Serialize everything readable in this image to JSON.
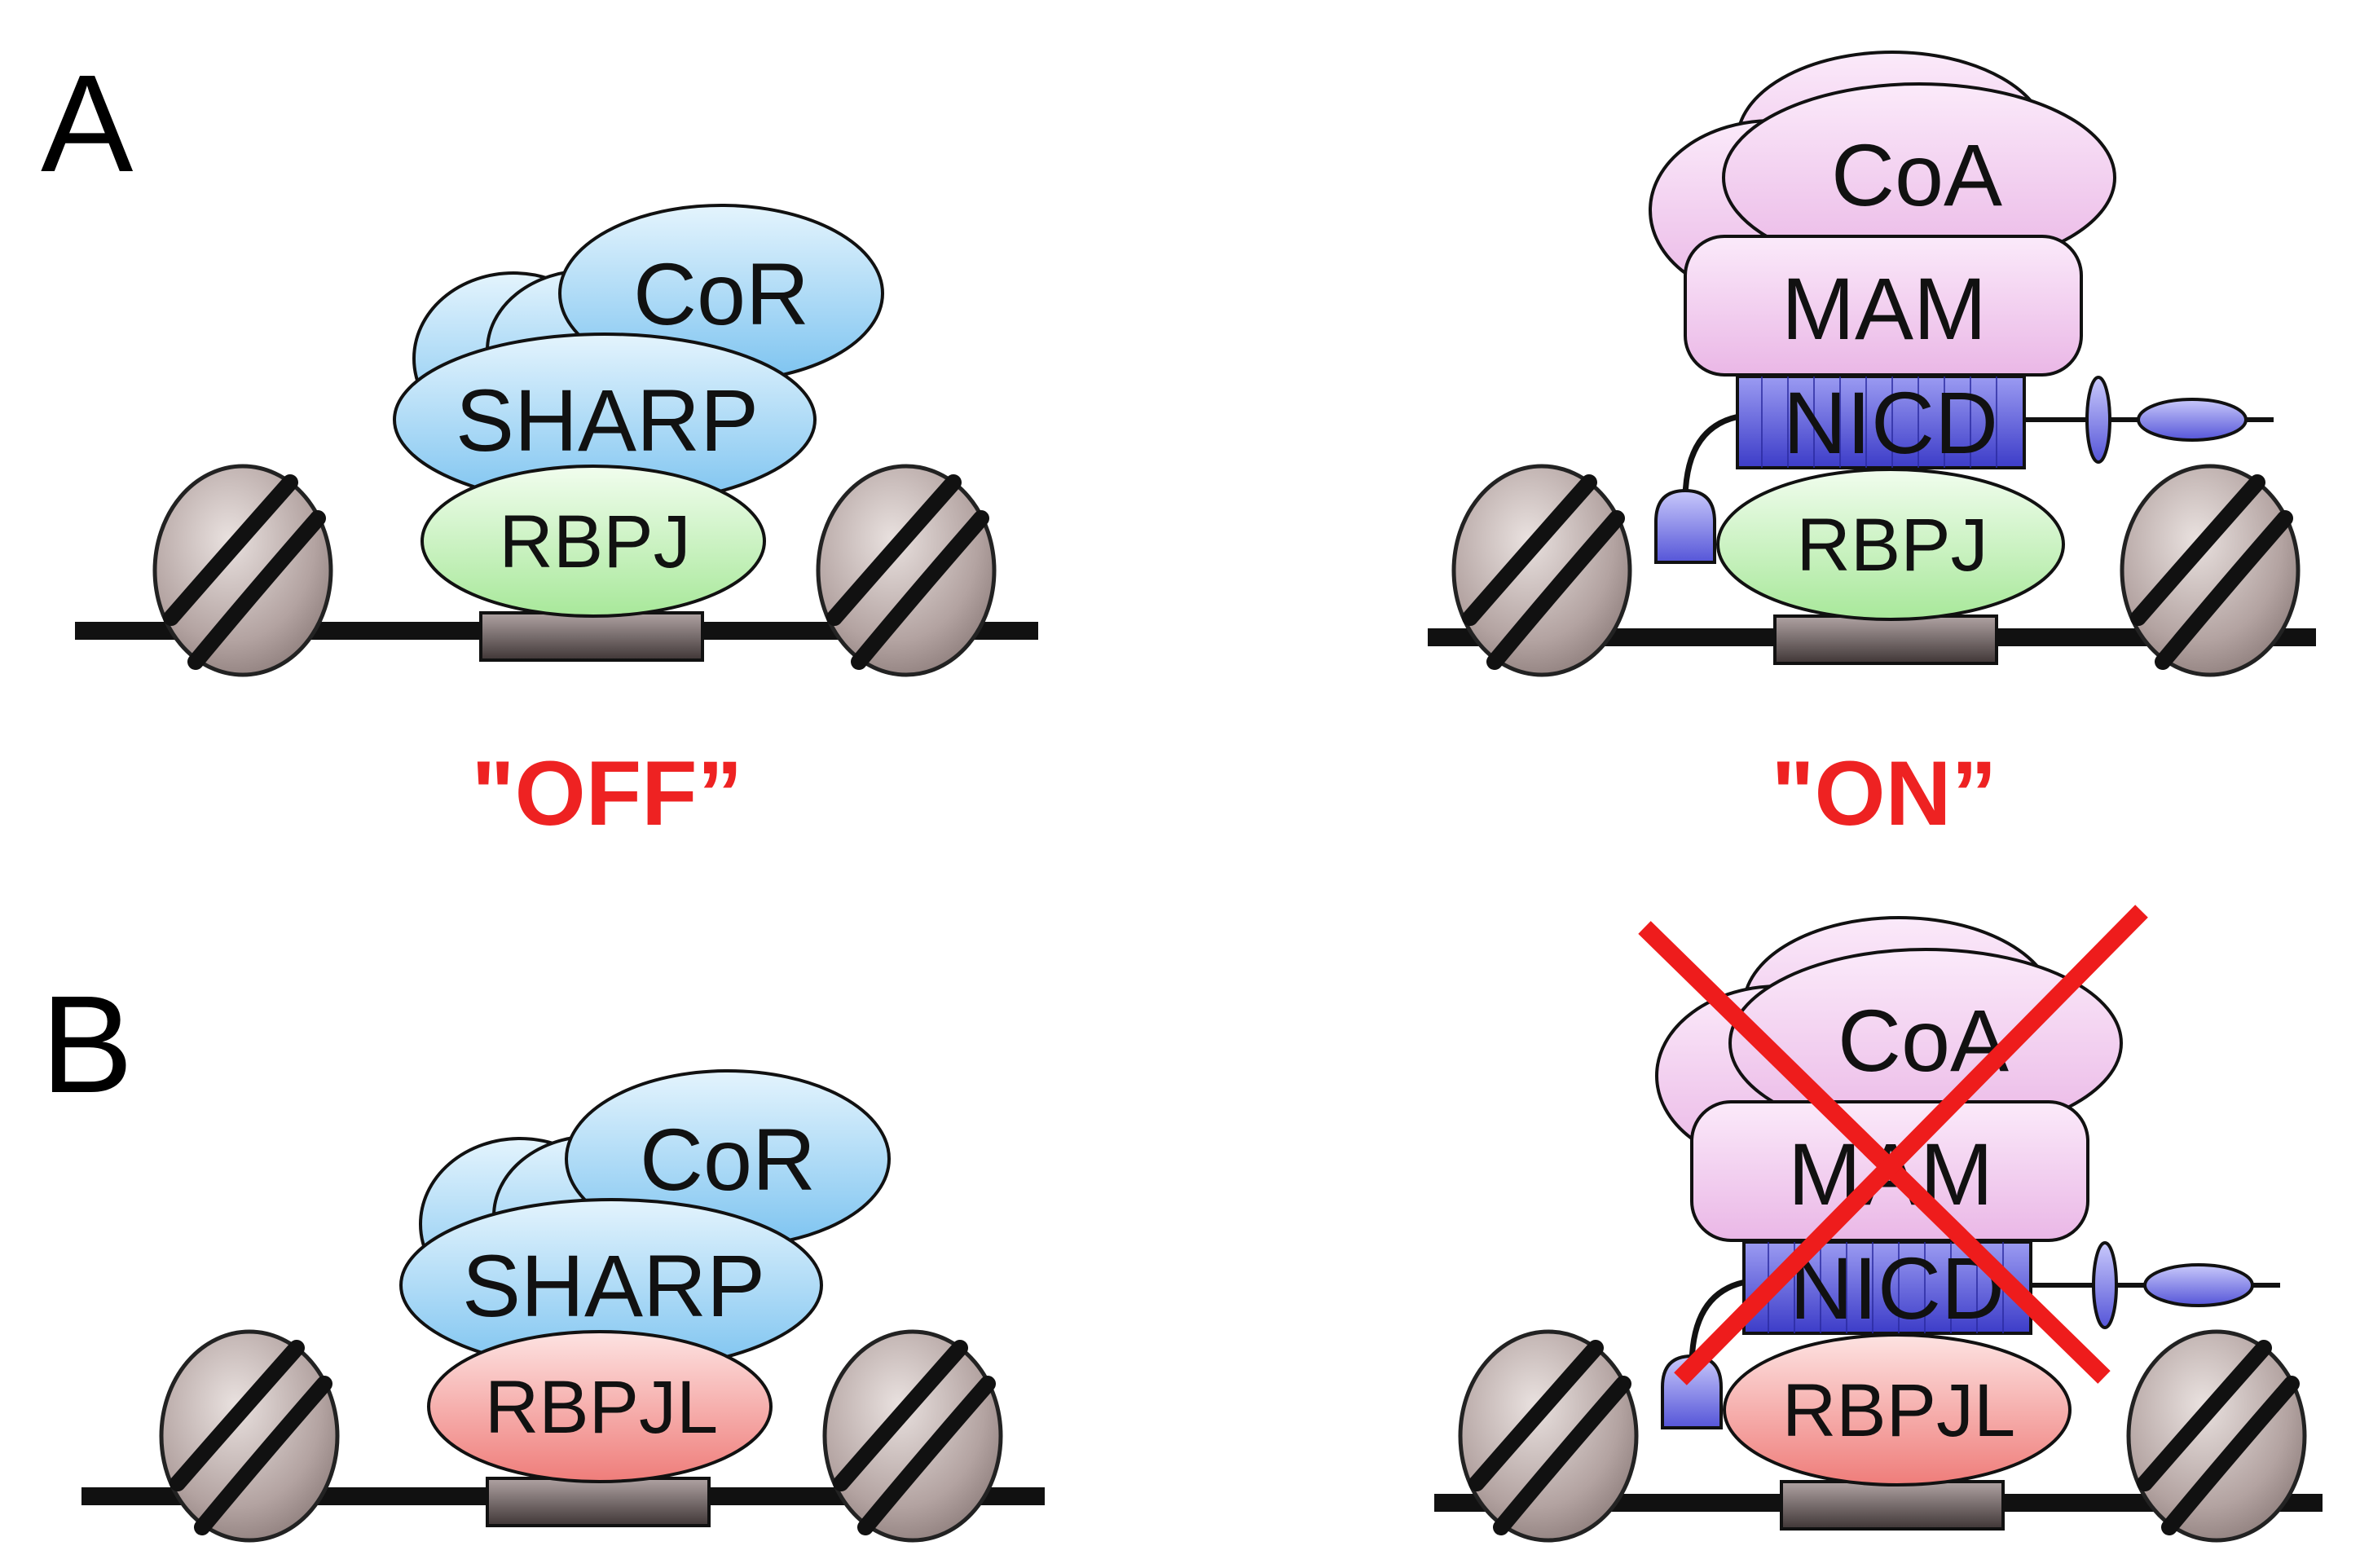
{
  "panels": {
    "A": {
      "label": "A"
    },
    "B": {
      "label": "B"
    }
  },
  "states": {
    "off": "\"OFF”",
    "on": "\"ON”"
  },
  "proteins": {
    "corepressor": "CoR",
    "sharp": "SHARP",
    "rbpj": "RBPJ",
    "rbpjl": "RBPJL",
    "coactivator": "CoA",
    "mastermind": "MAM",
    "nicd": "NICD"
  },
  "colors": {
    "cor_blue": "#9fd3f5",
    "rbpj_green": "#c8f2bd",
    "rbpjl_red": "#f4a3a0",
    "coa_pink": "#f2c6ef",
    "nicd_blue": "#5b5be0",
    "nucleosome": "#b8a9a7",
    "inhibition_red": "#ee1c1c",
    "state_text": "#ee2222"
  }
}
